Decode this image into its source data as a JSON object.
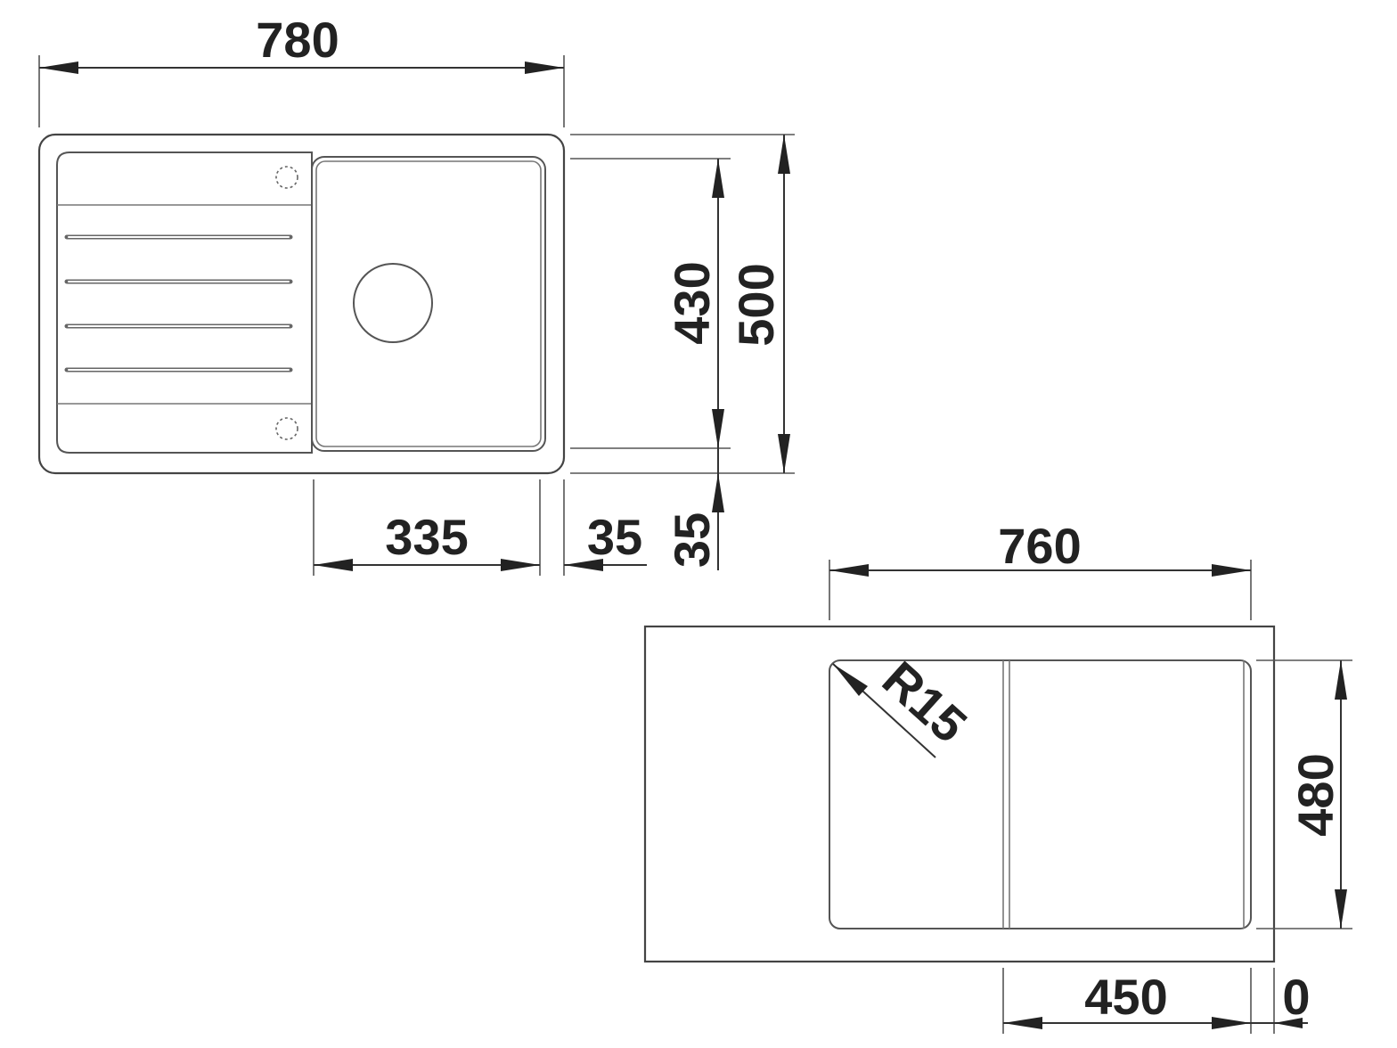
{
  "top_view": {
    "width_total": "780",
    "depth_inner": "430",
    "depth_total": "500",
    "bowl_width": "335",
    "rim_offset_right": "35",
    "rim_offset_front": "35"
  },
  "cutout_view": {
    "width_total": "760",
    "depth_total": "480",
    "corner_radius": "R15",
    "bowl_section_width": "450",
    "edge_offset": "0"
  }
}
